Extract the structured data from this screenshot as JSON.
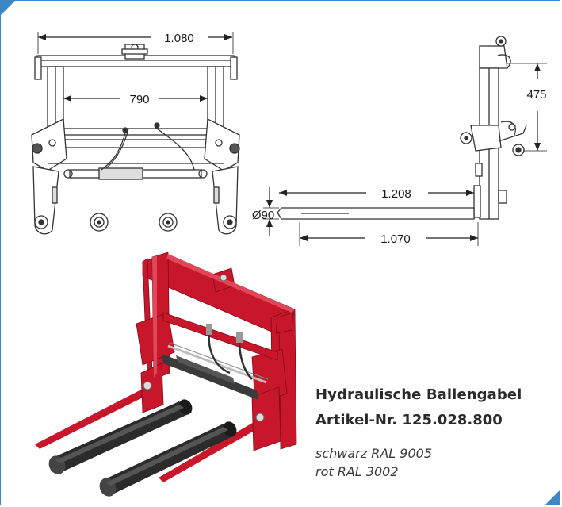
{
  "drawing": {
    "front_width_outer": "1.080",
    "front_width_inner": "790",
    "side_height": "475",
    "tine_length": "1.208",
    "tine_usable_length": "1.070",
    "tine_diameter": "Ø90"
  },
  "product": {
    "title": "Hydraulische Ballengabel",
    "article": "Artikel-Nr. 125.028.800",
    "colors": [
      "schwarz RAL 9005",
      "rot RAL 3002"
    ]
  },
  "colors": {
    "frame_border": "#3e86c6",
    "frame_red": "#c8172b",
    "tine_black": "#2b2b2b"
  }
}
